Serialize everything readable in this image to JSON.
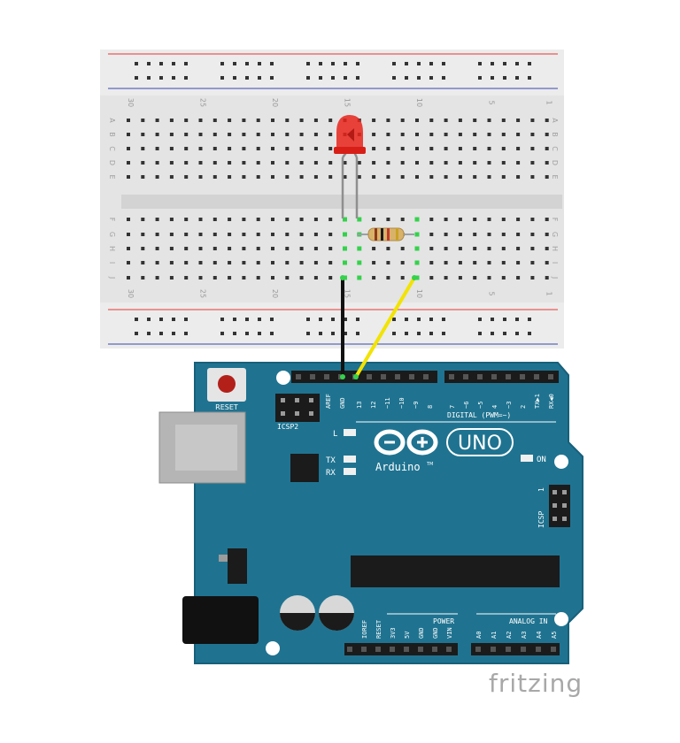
{
  "breadboard": {
    "col_numbers_top": [
      "30",
      "25",
      "20",
      "15",
      "10",
      "5",
      "1"
    ],
    "col_numbers_bottom": [
      "30",
      "25",
      "20",
      "15",
      "10",
      "5",
      "1"
    ],
    "row_letters_top": [
      "A",
      "B",
      "C",
      "D",
      "E"
    ],
    "row_letters_bottom": [
      "F",
      "G",
      "H",
      "I",
      "J"
    ]
  },
  "arduino": {
    "logo_text": "Arduino",
    "tm": "TM",
    "uno": "UNO",
    "reset": "RESET",
    "icsp2": "ICSP2",
    "icsp": "ICSP",
    "on": "ON",
    "led_l": "L",
    "tx": "TX",
    "rx": "RX",
    "digital": "DIGITAL (PWM=~)",
    "power": "POWER",
    "analog": "ANALOG IN",
    "aref": "AREF",
    "gnd": "GND",
    "digital_pins": [
      "13",
      "12",
      "~11",
      "~10",
      "~9",
      "8",
      "7",
      "~6",
      "~5",
      "4",
      "~3",
      "2",
      "TX▶1",
      "RX◀0"
    ],
    "power_pins": [
      "IOREF",
      "RESET",
      "3V3",
      "5V",
      "GND",
      "GND",
      "VIN"
    ],
    "analog_pins": [
      "A0",
      "A1",
      "A2",
      "A3",
      "A4",
      "A5"
    ],
    "icsp_pin1": "1"
  },
  "watermark": "fritzing",
  "colors": {
    "board": "#1f7390",
    "board_edge": "#17607a",
    "breadboard": "#e6e6e6",
    "hole": "#333333",
    "wire_black": "#111111",
    "wire_yellow": "#f2e300",
    "led": "#e8251c",
    "highlight": "#34d24b"
  }
}
